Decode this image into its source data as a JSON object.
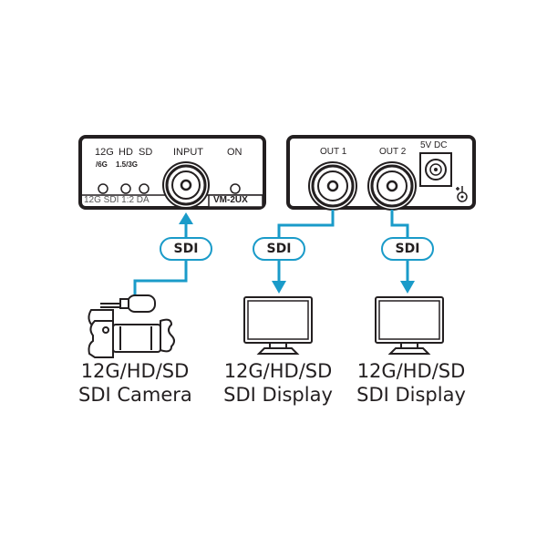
{
  "colors": {
    "cable": "#1a9bc9",
    "outline": "#231f20",
    "background": "#ffffff"
  },
  "input_unit": {
    "led_labels": {
      "g12": "12G",
      "g12_sub": "/6G",
      "hd": "HD",
      "hd_sub": "1.5/3G",
      "sd": "SD"
    },
    "input_label": "INPUT",
    "on_label": "ON",
    "strip_text": "12G SDI 1:2 DA",
    "model": "VM-2UX"
  },
  "output_unit": {
    "out1_label": "OUT 1",
    "out2_label": "OUT 2",
    "power_label": "5V DC"
  },
  "links": [
    {
      "label": "SDI"
    },
    {
      "label": "SDI"
    },
    {
      "label": "SDI"
    }
  ],
  "devices": [
    {
      "line1": "12G/HD/SD",
      "line2": "SDI Camera",
      "icon": "video-camera-icon"
    },
    {
      "line1": "12G/HD/SD",
      "line2": "SDI Display",
      "icon": "monitor-icon"
    },
    {
      "line1": "12G/HD/SD",
      "line2": "SDI Display",
      "icon": "monitor-icon"
    }
  ]
}
